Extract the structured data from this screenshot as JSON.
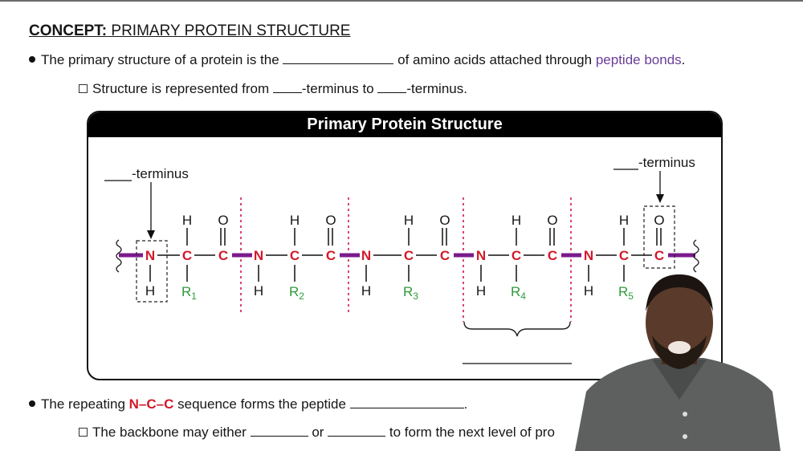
{
  "concept": {
    "prefix": "CONCEPT:",
    "title": "PRIMARY PROTEIN STRUCTURE"
  },
  "bullets": [
    {
      "text_before": "The primary structure of a protein is the",
      "text_after": "of amino acids attached through",
      "highlight": "peptide bonds",
      "end": "."
    },
    {
      "text_before": "Structure is represented from",
      "mid": "-terminus to",
      "end": "-terminus."
    },
    {
      "text_before": "The repeating",
      "highlight": "N–C–C",
      "text_after": "sequence forms the peptide",
      "end": "."
    },
    {
      "text_before": "The backbone may either",
      "mid": "or",
      "end": "to form the next level of pro"
    }
  ],
  "diagram": {
    "title": "Primary Protein Structure",
    "left_label": "-terminus",
    "right_label": "-terminus",
    "residues": [
      {
        "n": "N",
        "ca": "C",
        "c": "C",
        "h_top": "H",
        "o": "O",
        "h_n": "H",
        "r": "R",
        "r_sub": "1"
      },
      {
        "n": "N",
        "ca": "C",
        "c": "C",
        "h_top": "H",
        "o": "O",
        "h_n": "H",
        "r": "R",
        "r_sub": "2"
      },
      {
        "n": "N",
        "ca": "C",
        "c": "C",
        "h_top": "H",
        "o": "O",
        "h_n": "H",
        "r": "R",
        "r_sub": "3"
      },
      {
        "n": "N",
        "ca": "C",
        "c": "C",
        "h_top": "H",
        "o": "O",
        "h_n": "H",
        "r": "R",
        "r_sub": "4"
      },
      {
        "n": "N",
        "ca": "C",
        "c": "C",
        "h_top": "H",
        "o": "O",
        "h_n": "H",
        "r": "R",
        "r_sub": "5"
      }
    ],
    "colors": {
      "atom": "#d11a2a",
      "r_group": "#2e9a3a",
      "peptide_bond": "#7b1a8c",
      "divider": "#d11a4a"
    }
  },
  "colors": {
    "highlight_purple": "#6a3d9a",
    "highlight_red": "#d11a2a"
  }
}
